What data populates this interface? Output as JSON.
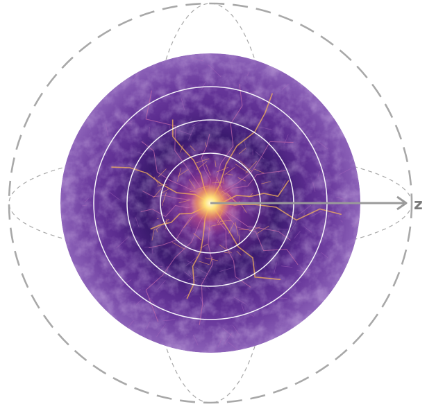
{
  "diagram": {
    "axis": {
      "label": "z",
      "color": "#9a9a9a"
    },
    "colors": {
      "guide_dash": "#a8a8a8",
      "shell_stroke": "#ffffff",
      "field_outer": "#5b2c8f",
      "field_mid": "#4b1f78",
      "field_inner": "#2c1459",
      "filament": "#c26aa8",
      "core": "#ffe27a"
    },
    "shells": [
      "shell-1",
      "shell-2",
      "shell-3",
      "shell-4"
    ]
  }
}
